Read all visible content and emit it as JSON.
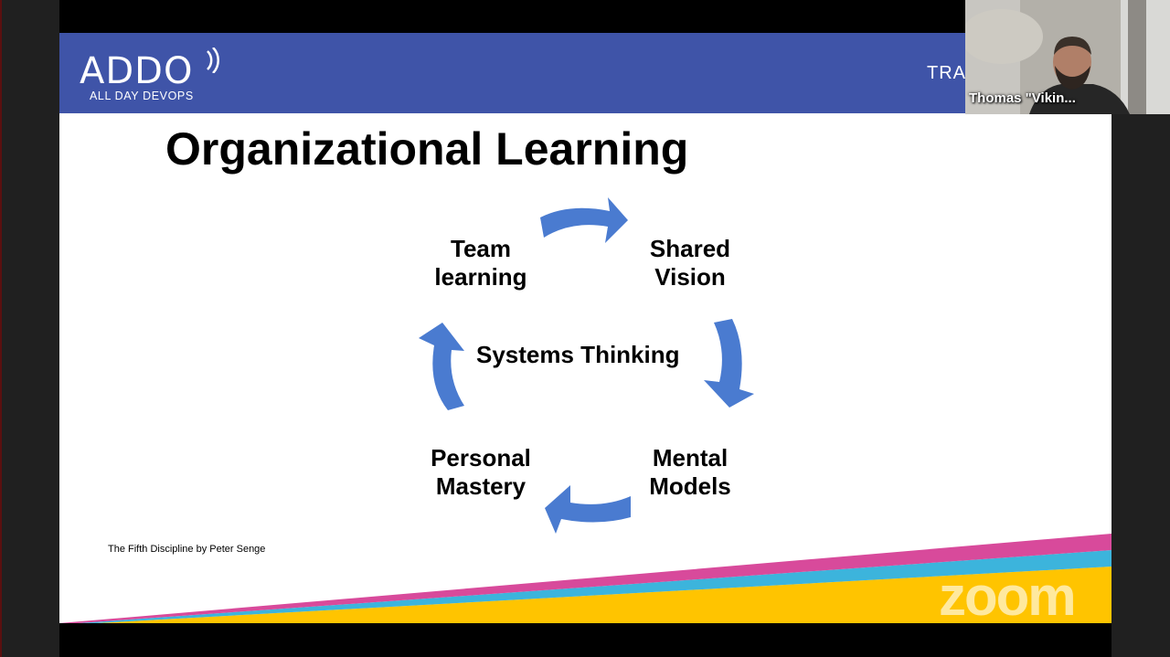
{
  "slide": {
    "logo": {
      "main": "ADDO",
      "sub": "ALL DAY DEVOPS"
    },
    "header_right_text": "TRAC",
    "title": "Organizational Learning",
    "cycle": {
      "center": "Systems Thinking",
      "nodes": {
        "top_left": [
          "Team",
          "learning"
        ],
        "top_right": [
          "Shared",
          "Vision"
        ],
        "bottom_right": [
          "Mental",
          "Models"
        ],
        "bottom_left": [
          "Personal",
          "Mastery"
        ]
      }
    },
    "footnote": "The Fifth Discipline by Peter Senge"
  },
  "video_tile": {
    "participant_name": "Thomas \"Vikin..."
  },
  "watermark": "zoom",
  "colors": {
    "header_bg": "#3f54a8",
    "arrow": "#4a7bd0",
    "stripe_magenta": "#d84a9b",
    "stripe_cyan": "#3cb4dc",
    "stripe_yellow": "#ffc400"
  }
}
